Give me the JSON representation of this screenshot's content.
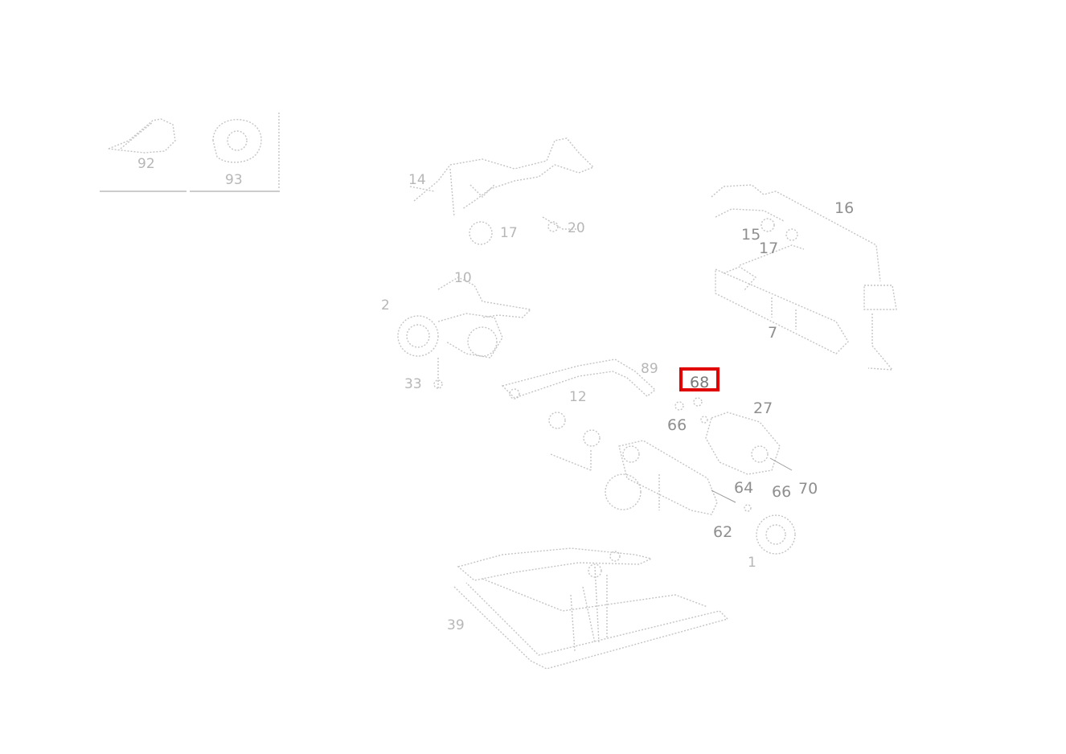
{
  "thumbnails": [
    {
      "label": "92"
    },
    {
      "label": "93"
    }
  ],
  "labels": {
    "l14": "14",
    "l17a": "17",
    "l20": "20",
    "l16": "16",
    "l15": "15",
    "l17b": "17",
    "l7": "7",
    "l10": "10",
    "l2": "2",
    "l33": "33",
    "l89": "89",
    "l12": "12",
    "l68": "68",
    "l66a": "66",
    "l27": "27",
    "l64": "64",
    "l66b": "66",
    "l70": "70",
    "l62": "62",
    "l1": "1",
    "l39": "39"
  },
  "colors": {
    "highlight": "#e00000",
    "line": "#c4c4c4"
  }
}
